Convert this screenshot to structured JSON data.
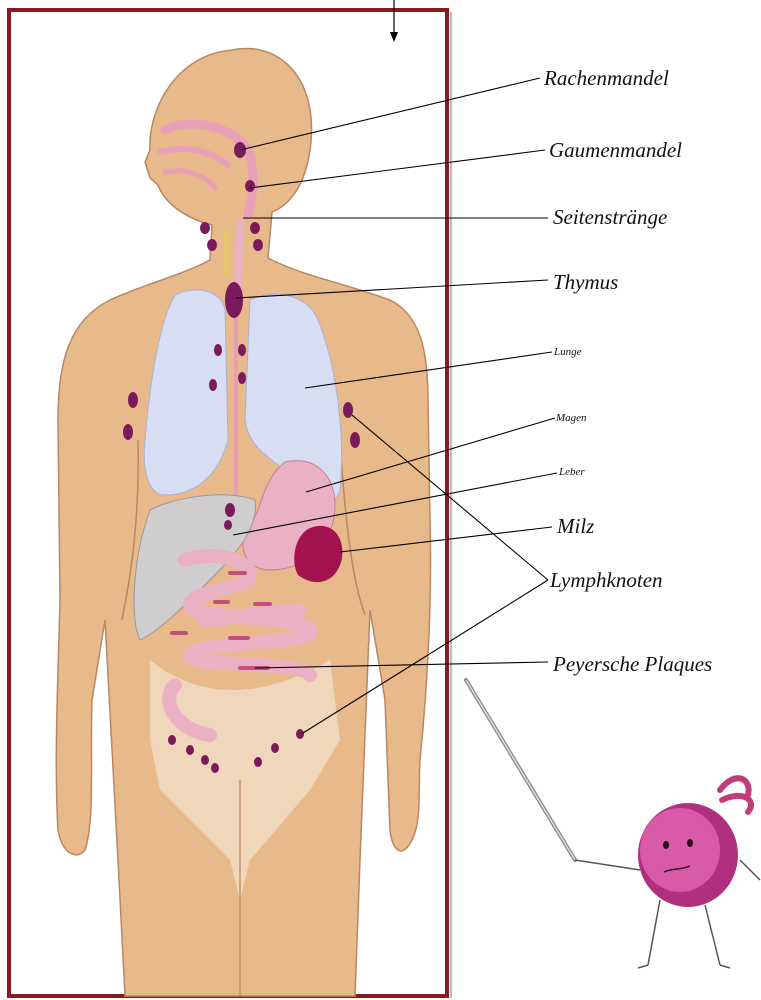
{
  "labels": {
    "rachenmandel": "Rachenmandel",
    "gaumenmandel": "Gaumenmandel",
    "seitenstraenge": "Seitenstränge",
    "thymus": "Thymus",
    "lunge": "Lunge",
    "magen": "Magen",
    "leber": "Leber",
    "milz": "Milz",
    "lymphknoten": "Lymphknoten",
    "peyersche_plaques": "Peyersche Plaques"
  },
  "colors": {
    "frame": "#8b1a1a",
    "skin": "#e8b98a",
    "lung": "#d7def4",
    "intestine": "#eab0c4",
    "node": "#7a1a5c",
    "liver": "#cfcdcd",
    "spleen": "#a2124e",
    "mascot": "#b0307e"
  }
}
